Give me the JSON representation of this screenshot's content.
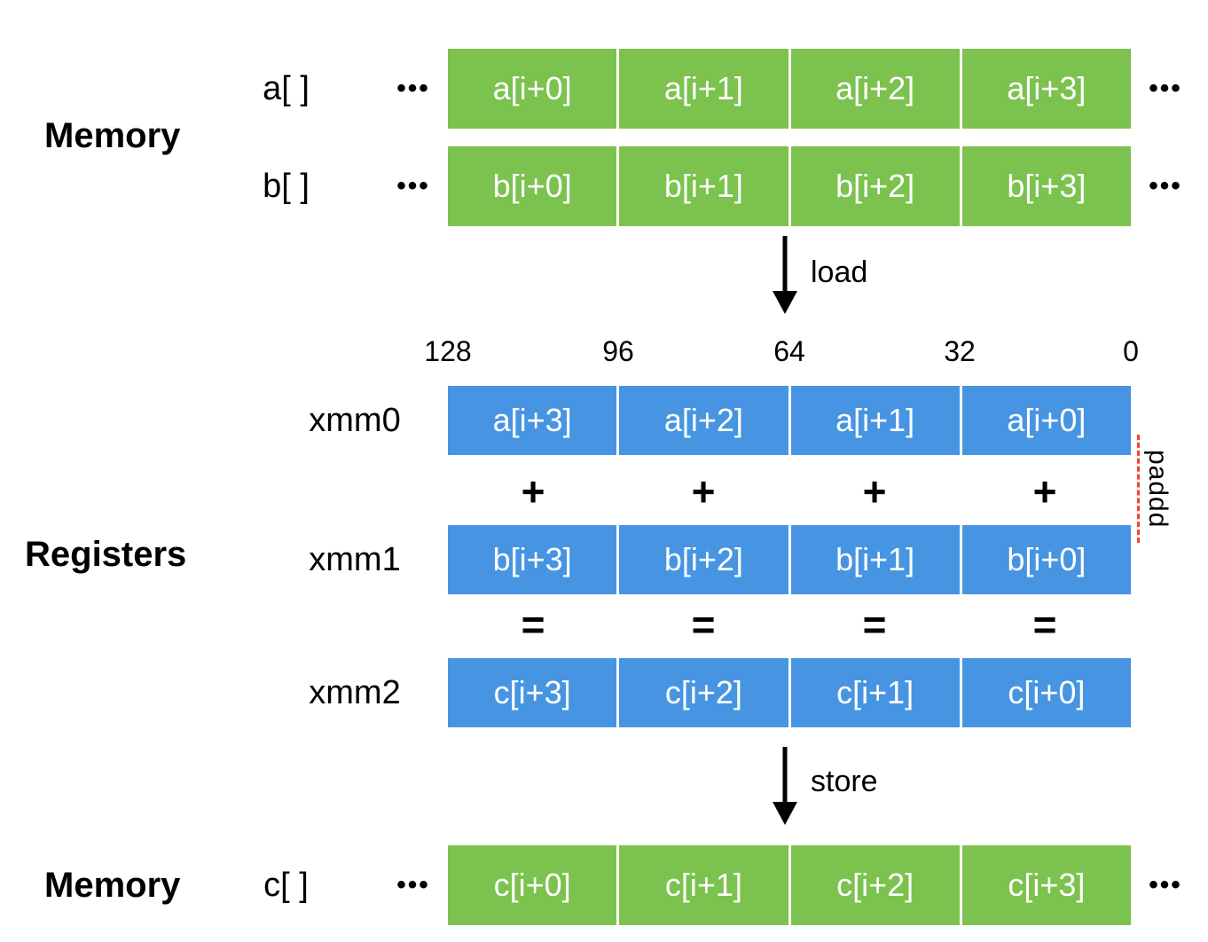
{
  "ellipsis": "•••",
  "memory_top": {
    "section_label": "Memory",
    "rows": [
      {
        "name": "a[ ]",
        "cells": [
          "a[i+0]",
          "a[i+1]",
          "a[i+2]",
          "a[i+3]"
        ]
      },
      {
        "name": "b[ ]",
        "cells": [
          "b[i+0]",
          "b[i+1]",
          "b[i+2]",
          "b[i+3]"
        ]
      }
    ]
  },
  "load": {
    "label": "load"
  },
  "registers": {
    "section_label": "Registers",
    "bit_labels": [
      "128",
      "96",
      "64",
      "32",
      "0"
    ],
    "rows": [
      {
        "name": "xmm0",
        "cells": [
          "a[i+3]",
          "a[i+2]",
          "a[i+1]",
          "a[i+0]"
        ]
      },
      {
        "name": "xmm1",
        "cells": [
          "b[i+3]",
          "b[i+2]",
          "b[i+1]",
          "b[i+0]"
        ]
      },
      {
        "name": "xmm2",
        "cells": [
          "c[i+3]",
          "c[i+2]",
          "c[i+1]",
          "c[i+0]"
        ]
      }
    ],
    "plus_operator": "+",
    "equals_operator": "=",
    "instruction_label": "paddd"
  },
  "store": {
    "label": "store"
  },
  "memory_bottom": {
    "section_label": "Memory",
    "rows": [
      {
        "name": "c[ ]",
        "cells": [
          "c[i+0]",
          "c[i+1]",
          "c[i+2]",
          "c[i+3]"
        ]
      }
    ]
  },
  "colors": {
    "memory_cell_green": "#7cc24e",
    "register_cell_blue": "#4795e2",
    "cell_text": "#ffffff",
    "instruction_underline_red": "#ff3b30"
  }
}
